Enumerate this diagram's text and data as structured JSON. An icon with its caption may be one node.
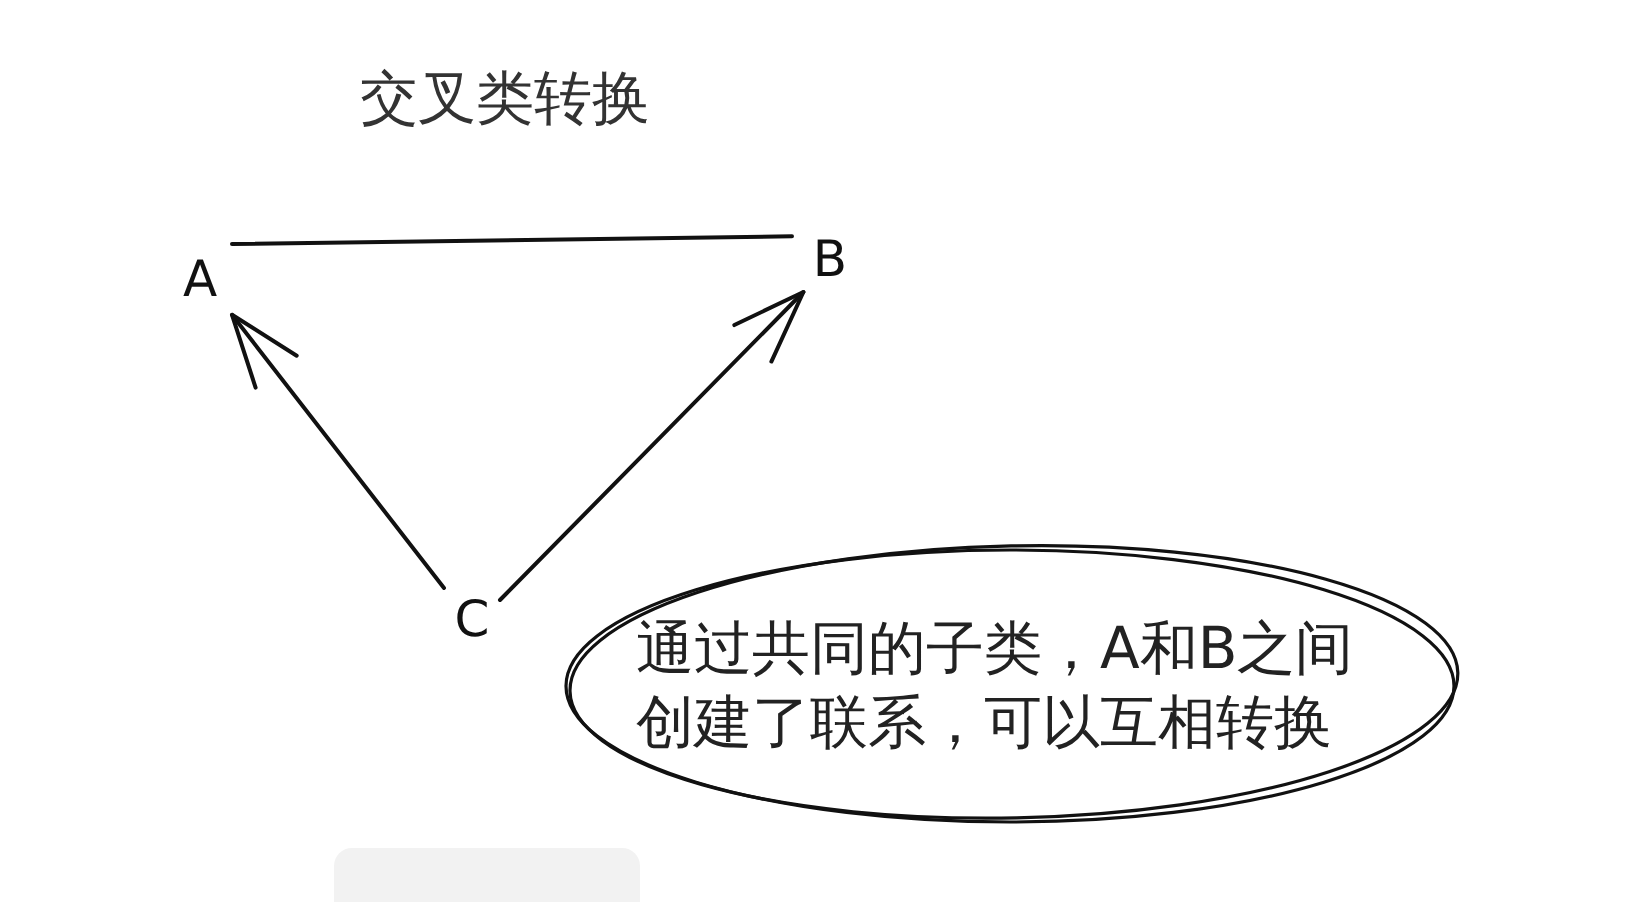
{
  "diagram": {
    "title": "交叉类转换",
    "nodes": [
      {
        "text": [
          "A"
        ]
      },
      {
        "text": [
          "B"
        ]
      },
      {
        "text": [
          "C"
        ]
      },
      {
        "text": [
          "通过共同的子类，A和B之间创建了联系，可以互相转换"
        ]
      }
    ],
    "edges": [
      {
        "from": 0,
        "to": 1,
        "arrow": "none"
      },
      {
        "from": 2,
        "to": 0,
        "arrow": "to"
      },
      {
        "from": 2,
        "to": 1,
        "arrow": "to"
      }
    ]
  }
}
